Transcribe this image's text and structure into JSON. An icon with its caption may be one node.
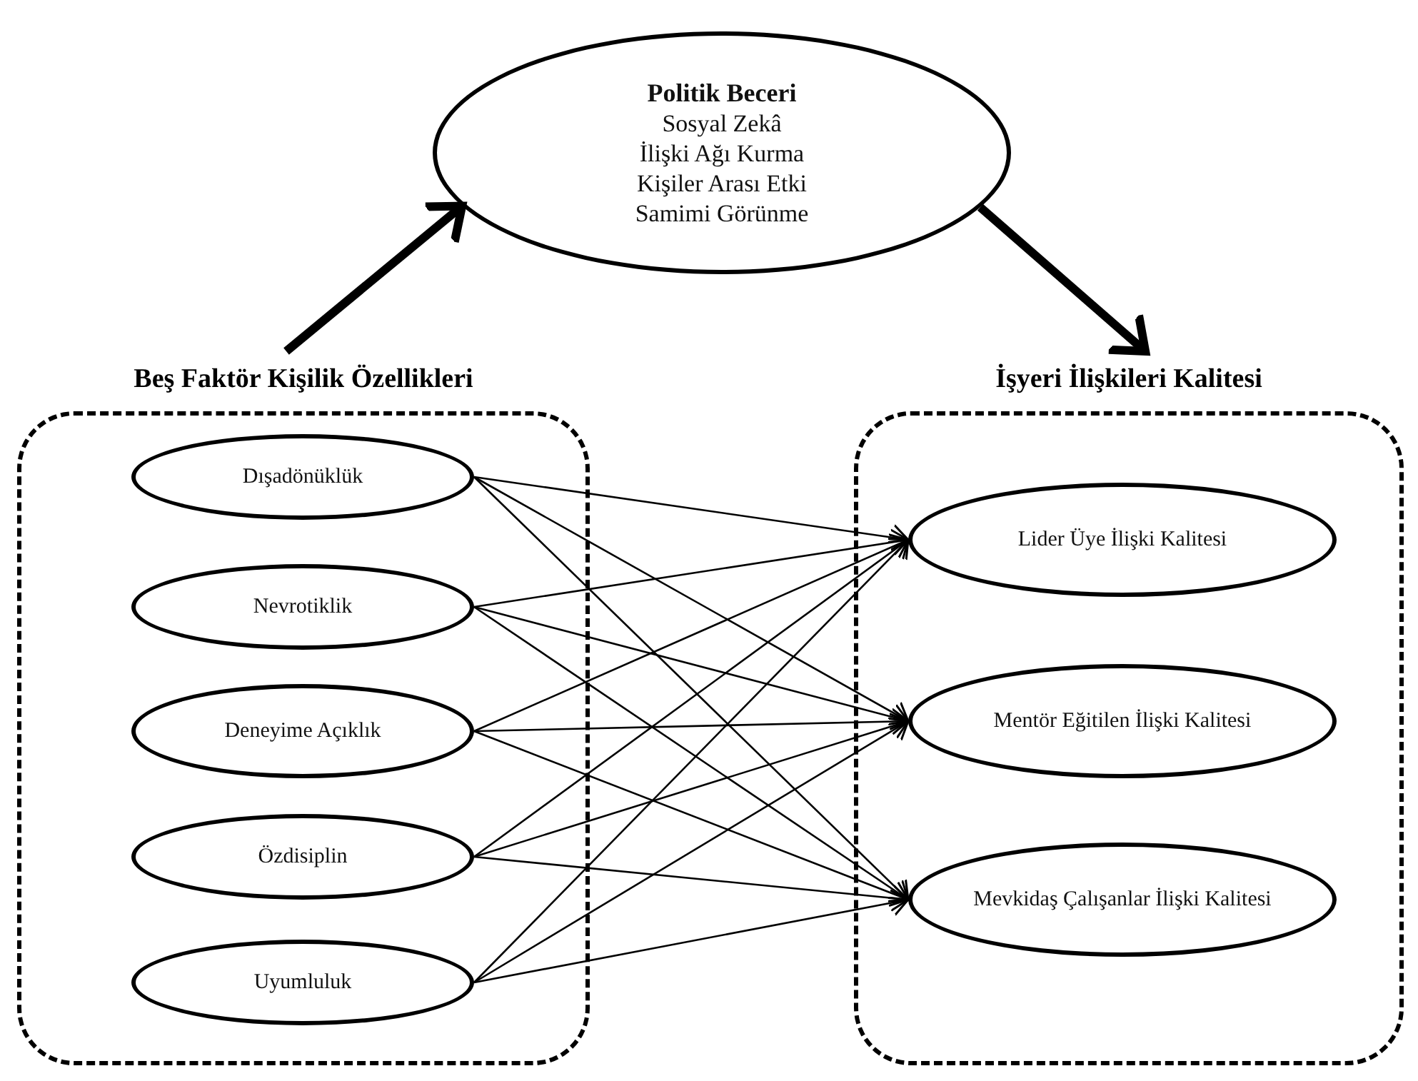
{
  "diagram": {
    "nodes": [
      {
        "text": [
          "Politik Beceri",
          "Sosyal Zekâ",
          "İlişki Ağı Kurma",
          "Kişiler Arası Etki",
          "Samimi Görünme"
        ]
      },
      {
        "text": [
          "Beş Faktör Kişilik Özellikleri"
        ]
      },
      {
        "text": [
          "Dışadönüklük"
        ],
        "in": 1
      },
      {
        "text": [
          "Nevrotiklik"
        ],
        "in": 1
      },
      {
        "text": [
          "Deneyime Açıklık"
        ],
        "in": 1
      },
      {
        "text": [
          "Özdisiplin"
        ],
        "in": 1
      },
      {
        "text": [
          "Uyumluluk"
        ],
        "in": 1
      },
      {
        "text": [
          "İşyeri İlişkileri Kalitesi"
        ]
      },
      {
        "text": [
          "Lider Üye İlişki Kalitesi"
        ],
        "in": 7
      },
      {
        "text": [
          "Mentör Eğitilen İlişki Kalitesi"
        ],
        "in": 7
      },
      {
        "text": [
          "Mevkidaş Çalışanlar İlişki Kalitesi"
        ],
        "in": 7
      }
    ],
    "edges": [
      {
        "from": 1,
        "to": 0,
        "arrow": "to",
        "style": "thick"
      },
      {
        "from": 0,
        "to": 7,
        "arrow": "to",
        "style": "thick"
      },
      {
        "from": 2,
        "to": 8,
        "arrow": "to"
      },
      {
        "from": 2,
        "to": 9,
        "arrow": "to"
      },
      {
        "from": 2,
        "to": 10,
        "arrow": "to"
      },
      {
        "from": 3,
        "to": 8,
        "arrow": "to"
      },
      {
        "from": 3,
        "to": 9,
        "arrow": "to"
      },
      {
        "from": 3,
        "to": 10,
        "arrow": "to"
      },
      {
        "from": 4,
        "to": 8,
        "arrow": "to"
      },
      {
        "from": 4,
        "to": 9,
        "arrow": "to"
      },
      {
        "from": 4,
        "to": 10,
        "arrow": "to"
      },
      {
        "from": 5,
        "to": 8,
        "arrow": "to"
      },
      {
        "from": 5,
        "to": 9,
        "arrow": "to"
      },
      {
        "from": 5,
        "to": 10,
        "arrow": "to"
      },
      {
        "from": 6,
        "to": 8,
        "arrow": "to"
      },
      {
        "from": 6,
        "to": 9,
        "arrow": "to"
      },
      {
        "from": 6,
        "to": 10,
        "arrow": "to"
      }
    ]
  }
}
